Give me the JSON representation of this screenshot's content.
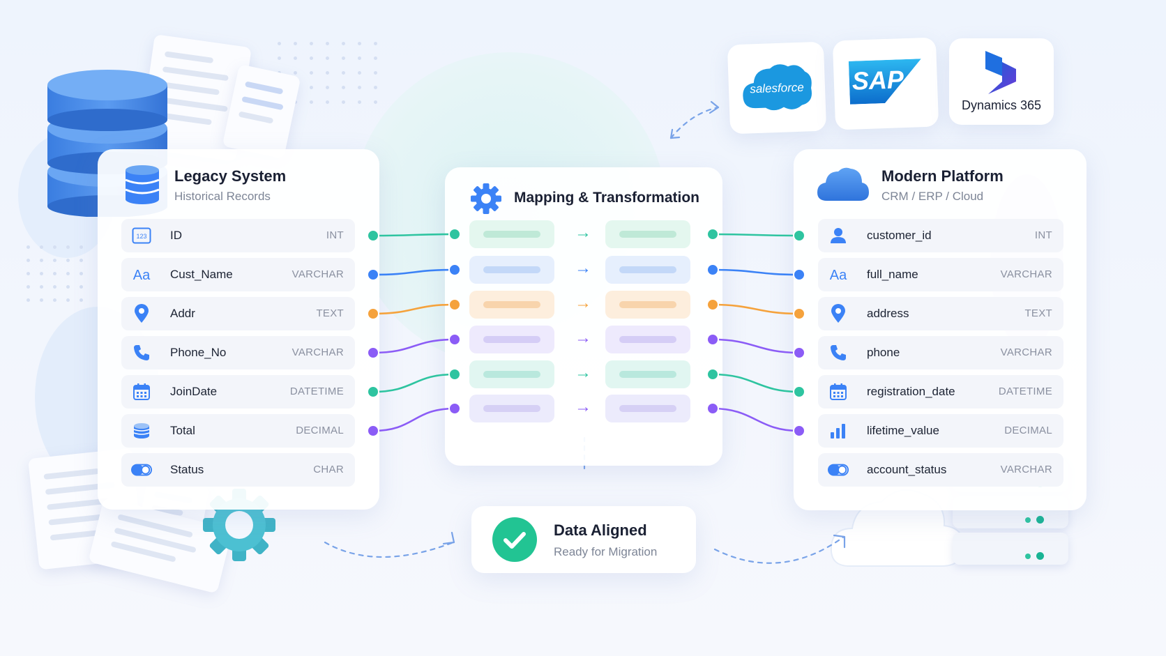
{
  "legacy": {
    "title": "Legacy System",
    "subtitle": "Historical Records",
    "fields": [
      {
        "name": "ID",
        "type": "INT",
        "icon": "number-icon"
      },
      {
        "name": "Cust_Name",
        "type": "VARCHAR",
        "icon": "text-icon"
      },
      {
        "name": "Addr",
        "type": "TEXT",
        "icon": "location-pin-icon"
      },
      {
        "name": "Phone_No",
        "type": "VARCHAR",
        "icon": "phone-icon"
      },
      {
        "name": "JoinDate",
        "type": "DATETIME",
        "icon": "calendar-icon"
      },
      {
        "name": "Total",
        "type": "DECIMAL",
        "icon": "coin-stack-icon"
      },
      {
        "name": "Status",
        "type": "CHAR",
        "icon": "toggle-icon"
      }
    ]
  },
  "mapping": {
    "title": "Mapping & Transformation",
    "colors": [
      "#2ec4a0",
      "#3b82f6",
      "#f5a23c",
      "#8b5cf6",
      "#2ec4a0",
      "#8b5cf6"
    ],
    "pill_tints": [
      "#e4f7ef",
      "#e6effd",
      "#fdeedd",
      "#eeeafd",
      "#e1f6f1",
      "#ecebfc"
    ],
    "pill_bars": [
      "#bfe9d7",
      "#c3d8f8",
      "#f8d4ac",
      "#d5cdf6",
      "#b9e8dd",
      "#d6d0f5"
    ]
  },
  "modern": {
    "title": "Modern Platform",
    "subtitle": "CRM / ERP / Cloud",
    "fields": [
      {
        "name": "customer_id",
        "type": "INT",
        "icon": "user-icon"
      },
      {
        "name": "full_name",
        "type": "VARCHAR",
        "icon": "text-icon"
      },
      {
        "name": "address",
        "type": "TEXT",
        "icon": "location-pin-icon"
      },
      {
        "name": "phone",
        "type": "VARCHAR",
        "icon": "phone-icon"
      },
      {
        "name": "registration_date",
        "type": "DATETIME",
        "icon": "calendar-icon"
      },
      {
        "name": "lifetime_value",
        "type": "DECIMAL",
        "icon": "bar-chart-icon"
      },
      {
        "name": "account_status",
        "type": "VARCHAR",
        "icon": "toggle-icon"
      }
    ]
  },
  "status": {
    "title": "Data Aligned",
    "subtitle": "Ready for Migration"
  },
  "logos": {
    "salesforce": "salesforce",
    "sap": "SAP",
    "dynamics": "Dynamics 365"
  },
  "palette": {
    "primary_blue": "#3b82f6",
    "teal": "#2ec4a0",
    "orange": "#f5a23c",
    "purple": "#8b5cf6",
    "success": "#22c493"
  }
}
